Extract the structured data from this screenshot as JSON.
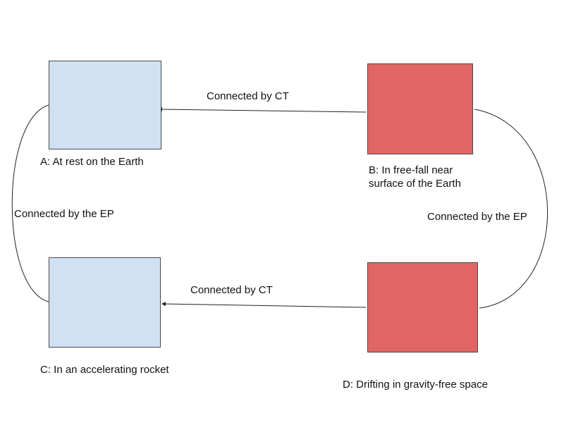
{
  "nodes": {
    "a": {
      "label": "A: At rest on the Earth",
      "color": "#cfe1f3"
    },
    "b": {
      "label_line1": "B: In free-fall near",
      "label_line2": "surface of the Earth",
      "color": "#e06666"
    },
    "c": {
      "label": "C: In an accelerating rocket",
      "color": "#cfe1f3"
    },
    "d": {
      "label": "D: Drifting in gravity-free space",
      "color": "#e06666"
    }
  },
  "edges": {
    "ct_top": "Connected by CT",
    "ct_bottom": "Connected by CT",
    "ep_left": "Connected by the EP",
    "ep_right": "Connected by the EP"
  }
}
